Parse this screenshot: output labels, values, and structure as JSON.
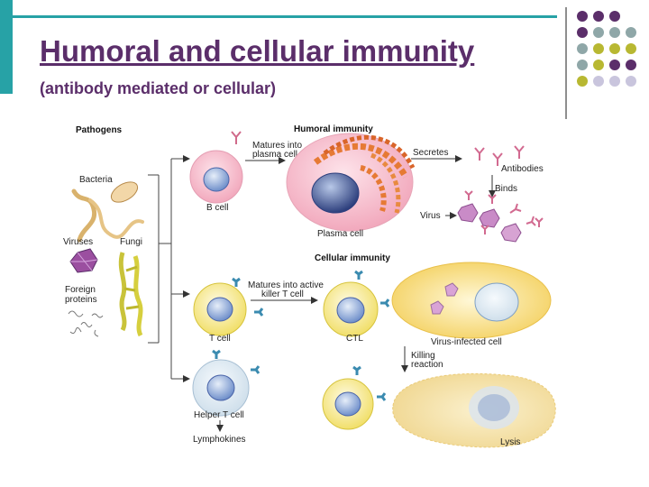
{
  "title": "Humoral and cellular immunity",
  "subtitle": "(antibody mediated or cellular)",
  "decor_colors": {
    "purple": "#5b2e6a",
    "teal": "#8fa7a8",
    "olive": "#b8b832",
    "lavender": "#c9c5dd",
    "accent_bar": "#27a2a6"
  },
  "labels": {
    "pathogens": "Pathogens",
    "bacteria": "Bacteria",
    "viruses": "Viruses",
    "fungi": "Fungi",
    "foreign_proteins_1": "Foreign",
    "foreign_proteins_2": "proteins",
    "humoral_immunity": "Humoral immunity",
    "matures_plasma_1": "Matures into",
    "matures_plasma_2": "plasma cell",
    "b_cell": "B cell",
    "plasma_cell": "Plasma cell",
    "secretes": "Secretes",
    "antibodies": "Antibodies",
    "binds": "Binds",
    "virus": "Virus",
    "cellular_immunity": "Cellular immunity",
    "matures_killer_1": "Matures into active",
    "matures_killer_2": "killer T cell",
    "t_cell": "T cell",
    "ctl": "CTL",
    "virus_infected_cell": "Virus-infected cell",
    "killing_reaction_1": "Killing",
    "killing_reaction_2": "reaction",
    "helper_t_cell": "Helper T cell",
    "lymphokines": "Lymphokines",
    "lysis": "Lysis"
  }
}
